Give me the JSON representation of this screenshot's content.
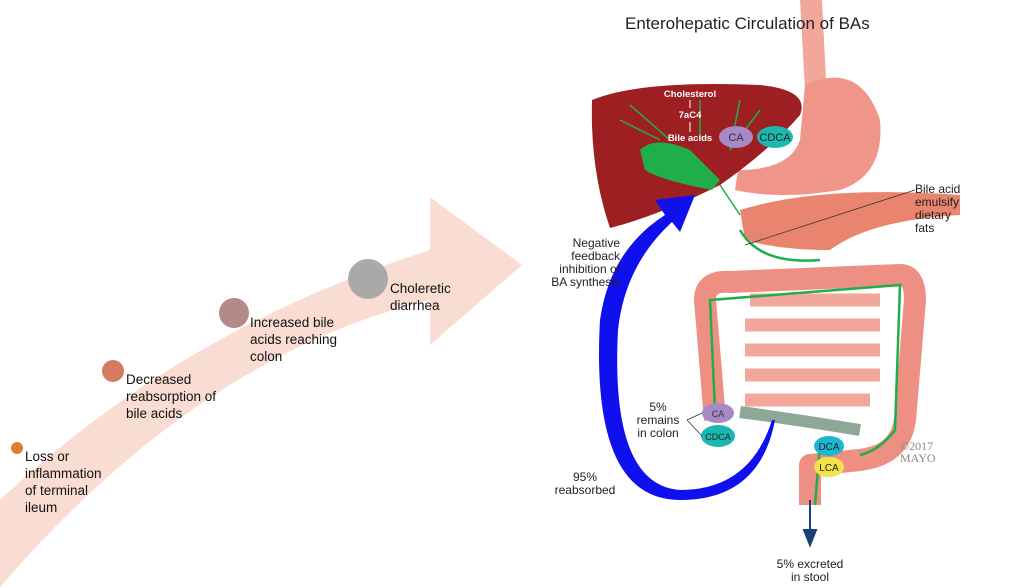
{
  "title": "Enterohepatic Circulation of BAs",
  "steps": [
    {
      "label": "Loss or\ninflammation\nof terminal\nileum",
      "color": "#e67a35"
    },
    {
      "label": "Decreased\nreabsorption of\nbile acids",
      "color": "#d47a62"
    },
    {
      "label": "Increased bile\nacids reaching\ncolon",
      "color": "#b48a88"
    },
    {
      "label": "Choleretic\ndiarrhea",
      "color": "#a9a9a9"
    }
  ],
  "liver": {
    "cholesterol": "Cholesterol",
    "intermediate": "7aC4",
    "bile_acids": "Bile acids"
  },
  "molecules": {
    "ca": "CA",
    "cdca": "CDCA",
    "dca": "DCA",
    "lca": "LCA"
  },
  "labels": {
    "feedback": "Negative\nfeedback\ninhibition of\nBA synthesis",
    "emulsify": "Bile acid\nemulsify\ndietary\nfats",
    "remains": "5%\nremains\nin colon",
    "reabsorbed": "95%\nreabsorbed",
    "excreted": "5% excreted\nin stool"
  },
  "copyright": "©2017\nMAYO",
  "colors": {
    "arrow": "#f9ddd2",
    "liver": "#9e1f22",
    "bile": "#1fae4a",
    "feedback_arrow": "#1010ee",
    "intestine": "#ee8f84"
  }
}
